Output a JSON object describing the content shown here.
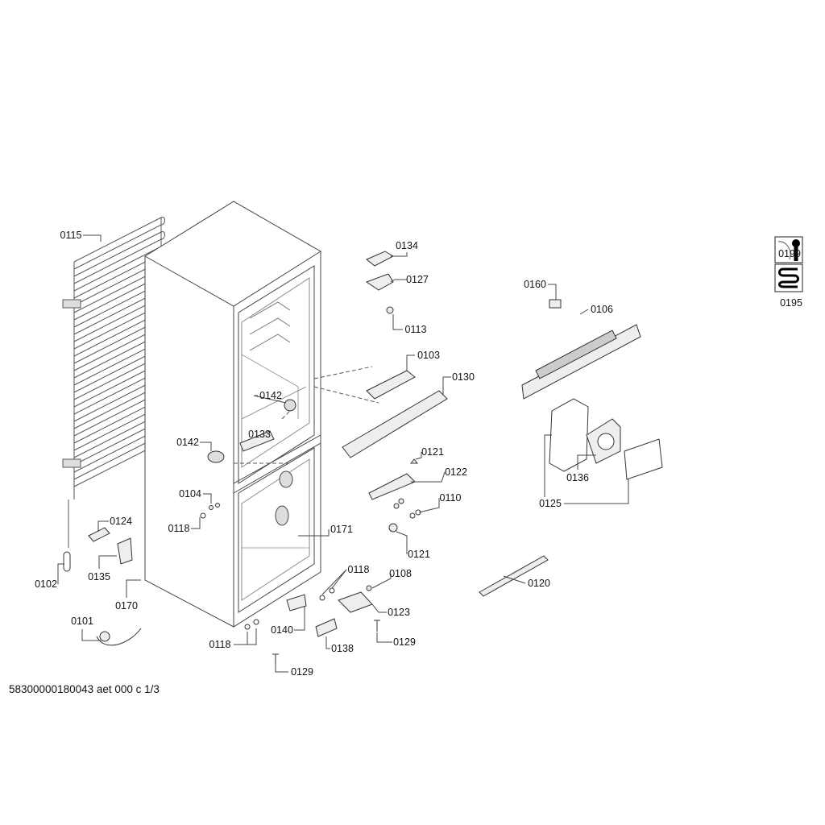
{
  "labels": [
    "0115",
    "0134",
    "0127",
    "0113",
    "0103",
    "0130",
    "0142",
    "0142",
    "0133",
    "0121",
    "0122",
    "0104",
    "0110",
    "0118",
    "0124",
    "0171",
    "0121",
    "0102",
    "0135",
    "0118",
    "0108",
    "0170",
    "0123",
    "0101",
    "0140",
    "0118",
    "0129",
    "0138",
    "0129",
    "0160",
    "0106",
    "0125",
    "0136",
    "0120",
    "0199",
    "0195"
  ],
  "footer": "58300000180043 aet 000 c 1/3",
  "icons": {
    "0199": "service-wrench-icon",
    "0195": "heating-coil-icon"
  }
}
